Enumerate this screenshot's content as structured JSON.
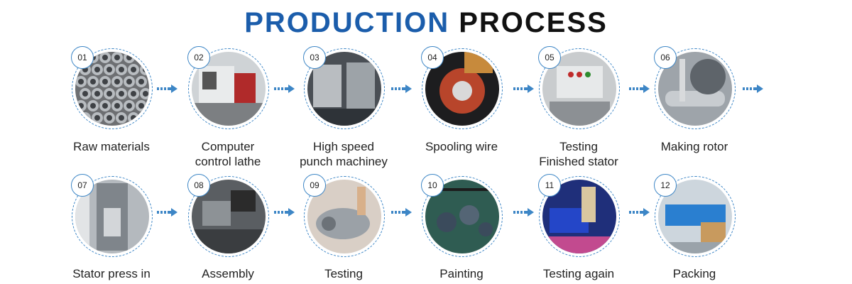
{
  "title": {
    "word1": "PRODUCTION",
    "word2": "PROCESS"
  },
  "steps": [
    {
      "num": "01",
      "line1": "Raw materials",
      "line2": "",
      "icon": "raw-materials-photo"
    },
    {
      "num": "02",
      "line1": "Computer",
      "line2": "control lathe",
      "icon": "lathe-photo"
    },
    {
      "num": "03",
      "line1": "High speed",
      "line2": "punch machiney",
      "icon": "punch-machine-photo"
    },
    {
      "num": "04",
      "line1": "Spooling wire",
      "line2": "",
      "icon": "spooling-wire-photo"
    },
    {
      "num": "05",
      "line1": "Testing",
      "line2": "Finished stator",
      "icon": "testing-stator-photo"
    },
    {
      "num": "06",
      "line1": "Making rotor",
      "line2": "",
      "icon": "rotor-photo"
    },
    {
      "num": "07",
      "line1": "Stator press in",
      "line2": "",
      "icon": "stator-press-photo"
    },
    {
      "num": "08",
      "line1": "Assembly",
      "line2": "",
      "icon": "assembly-photo"
    },
    {
      "num": "09",
      "line1": "Testing",
      "line2": "",
      "icon": "testing-photo"
    },
    {
      "num": "10",
      "line1": "Painting",
      "line2": "",
      "icon": "painting-photo"
    },
    {
      "num": "11",
      "line1": "Testing again",
      "line2": "",
      "icon": "testing-again-photo"
    },
    {
      "num": "12",
      "line1": "Packing",
      "line2": "",
      "icon": "packing-photo"
    }
  ],
  "colors": {
    "accent": "#1b5dab",
    "dash": "#3d86c6",
    "arrow": "#3d86c6"
  }
}
